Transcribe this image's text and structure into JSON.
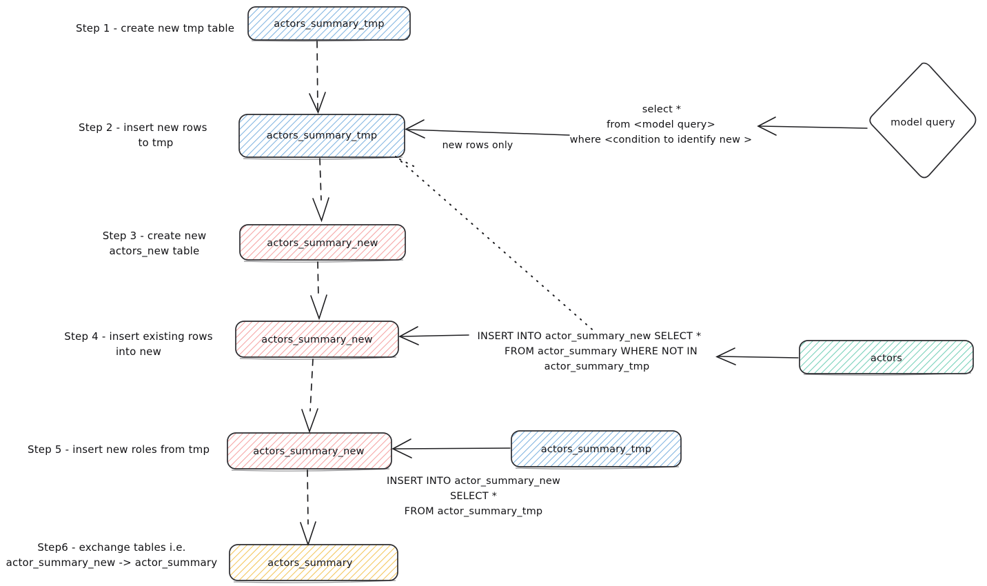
{
  "diagram": {
    "title": "Incremental model rebuild via tmp + new table exchange",
    "style": "hand-drawn excalidraw",
    "background": "#ffffff",
    "colors": {
      "blue_fill": "#a8ccec",
      "blue_stroke": "#1971c2",
      "red_fill": "#ffc9c9",
      "red_stroke": "#e03131",
      "green_fill": "#96e0cd",
      "green_stroke": "#0d9488",
      "yellow_fill": "#ffec99",
      "yellow_stroke": "#f0a93b",
      "node_outline": "#2b2b2f",
      "edge": "#1d1d20",
      "text": "#111114"
    }
  },
  "steps": [
    {
      "id": "step1",
      "label": "Step 1 - create new tmp table"
    },
    {
      "id": "step2",
      "label_line1": "Step 2 - insert new rows",
      "label_line2": "to tmp"
    },
    {
      "id": "step3",
      "label_line1": "Step 3 - create new",
      "label_line2": "actors_new table"
    },
    {
      "id": "step4",
      "label_line1": "Step 4 - insert existing rows",
      "label_line2": "into new"
    },
    {
      "id": "step5",
      "label": "Step 5 - insert new roles from tmp"
    },
    {
      "id": "step6",
      "label_line1": "Step6 - exchange tables i.e.",
      "label_line2": "actor_summary_new -> actor_summary"
    }
  ],
  "nodes": [
    {
      "id": "tmp1",
      "label": "actors_summary_tmp",
      "color": "blue",
      "shape": "rounded-rect"
    },
    {
      "id": "tmp2",
      "label": "actors_summary_tmp",
      "color": "blue",
      "shape": "rounded-rect"
    },
    {
      "id": "new3",
      "label": "actors_summary_new",
      "color": "red",
      "shape": "rounded-rect"
    },
    {
      "id": "new4",
      "label": "actors_summary_new",
      "color": "red",
      "shape": "rounded-rect"
    },
    {
      "id": "new5",
      "label": "actors_summary_new",
      "color": "red",
      "shape": "rounded-rect"
    },
    {
      "id": "summary6",
      "label": "actors_summary",
      "color": "yellow",
      "shape": "rounded-rect"
    },
    {
      "id": "modelquery",
      "label": "model query",
      "color": "white",
      "shape": "diamond"
    },
    {
      "id": "actors",
      "label": "actors",
      "color": "green",
      "shape": "rounded-rect"
    },
    {
      "id": "tmp5",
      "label": "actors_summary_tmp",
      "color": "blue",
      "shape": "rounded-rect"
    }
  ],
  "edge_labels": {
    "new_rows_only": "new rows only",
    "model_query_sql": {
      "line1": "select *",
      "line2": "from <model query>",
      "line3": "where <condition to identify new >"
    },
    "step4_sql": {
      "line1": "INSERT INTO actor_summary_new SELECT *",
      "line2": "FROM actor_summary WHERE NOT IN",
      "line3": "actor_summary_tmp"
    },
    "step5_sql": {
      "line1": "INSERT INTO actor_summary_new",
      "line2": "SELECT *",
      "line3": "FROM actor_summary_tmp"
    }
  }
}
